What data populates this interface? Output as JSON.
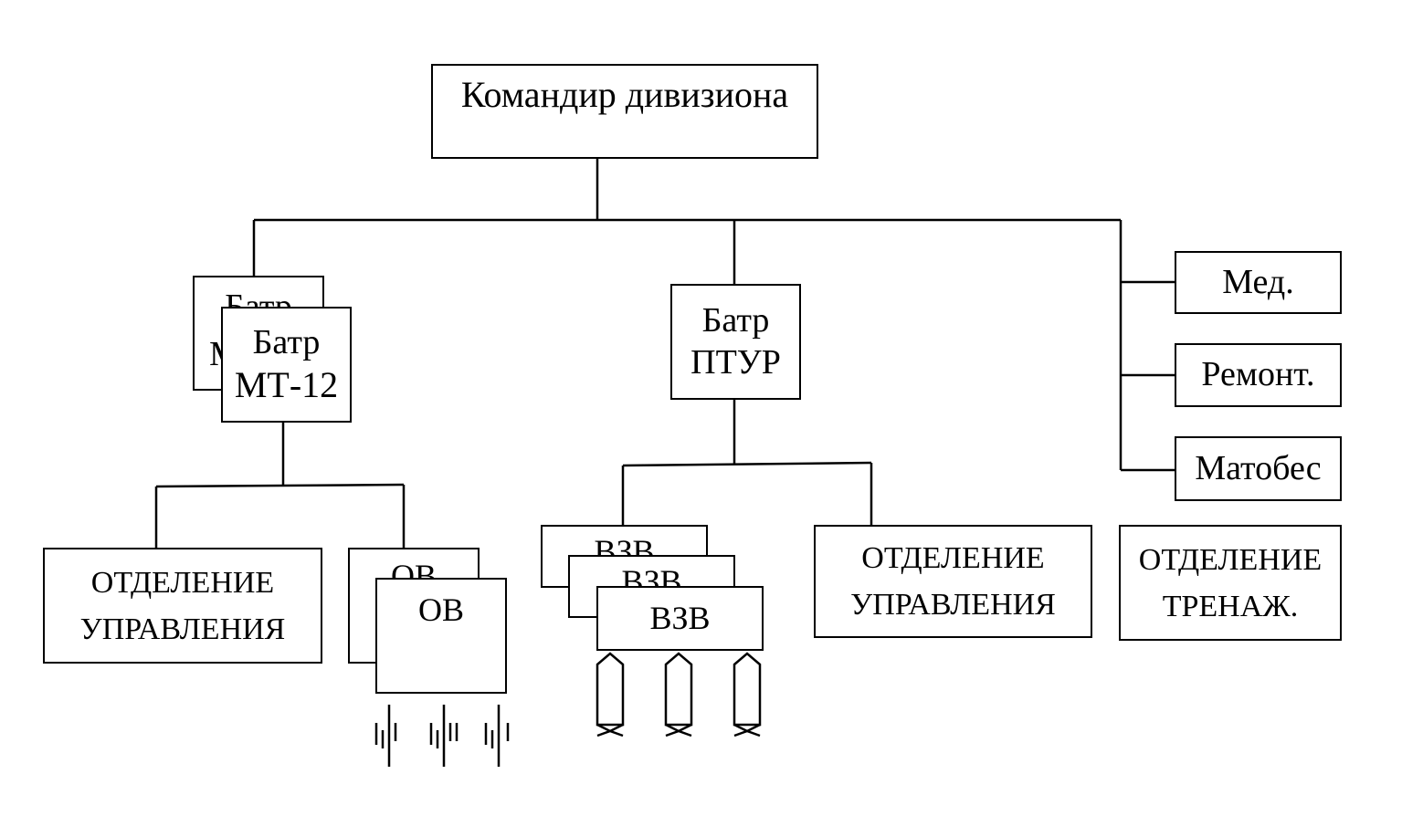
{
  "commander": "Командир дивизиона",
  "battery_mt12": {
    "back_line1": "Батр",
    "back_line2": "МТ-12",
    "front_line1": "Батр",
    "front_line2": "МТ-12"
  },
  "battery_ptur": {
    "line1": "Батр",
    "line2": "ПТУР"
  },
  "right_units": {
    "med": "Мед.",
    "repair": "Ремонт.",
    "matobes": "Матобес"
  },
  "mt12_sections": {
    "control_line1": "ОТДЕЛЕНИЕ",
    "control_line2": "УПРАВЛЕНИЯ",
    "ov_back": "ОВ",
    "ov_front": "ОВ"
  },
  "ptur_sections": {
    "vzv_back2": "ВЗВ",
    "vzv_back1": "ВЗВ",
    "vzv_front": "ВЗВ",
    "control_line1": "ОТДЕЛЕНИЕ",
    "control_line2": "УПРАВЛЕНИЯ"
  },
  "training": {
    "line1": "ОТДЕЛЕНИЕ",
    "line2": "ТРЕНАЖ."
  },
  "colors": {
    "line": "#000000",
    "fill": "#ffffff"
  },
  "icons": {
    "gun_symbols": 3,
    "missile_symbols": 3
  }
}
